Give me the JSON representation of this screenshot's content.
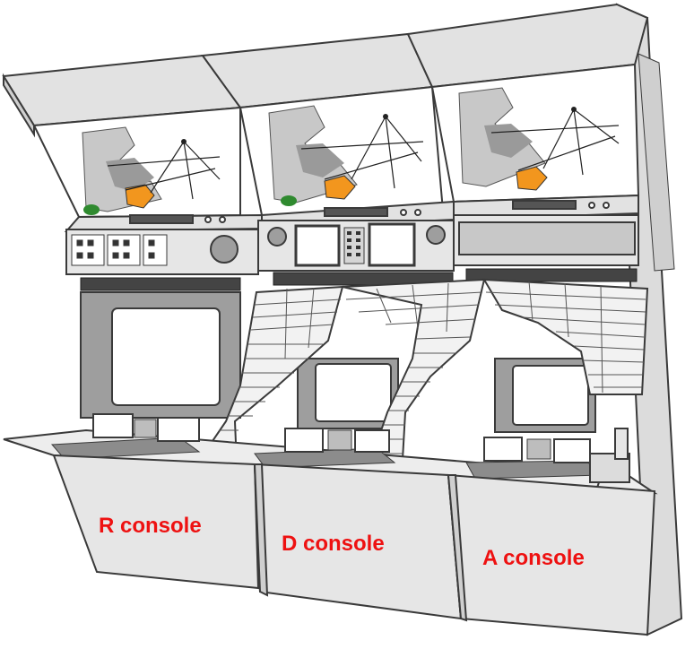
{
  "labels": {
    "r_console": "R console",
    "d_console": "D console",
    "a_console": "A console"
  },
  "colors": {
    "label": "#ee1111",
    "panel": "#e6e6e6",
    "panel_dark": "#bdbdbd",
    "outline": "#3a3a3a",
    "radar_land": "#c8c8c8",
    "radar_land_dark": "#9a9a9a",
    "radar_orange": "#f2961e",
    "radar_green": "#2f8a2f",
    "screen": "#ffffff"
  }
}
